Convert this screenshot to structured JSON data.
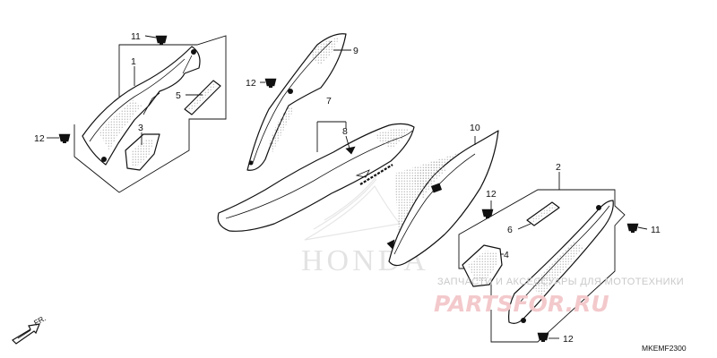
{
  "callouts": {
    "c1": "1",
    "c2": "2",
    "c3": "3",
    "c4": "4",
    "c5": "5",
    "c6": "6",
    "c7": "7",
    "c8": "8",
    "c9": "9",
    "c10": "10",
    "c11a": "11",
    "c11b": "11",
    "c12a": "12",
    "c12b": "12",
    "c12c": "12",
    "c12d": "12"
  },
  "diagram_code": "MKEMF2300",
  "fr_label": "FR.",
  "watermark": {
    "background_logo": "HONDA",
    "subtitle": "ЗАПЧАСТИ И АКСЕССУАРЫ ДЛЯ МОТОТЕХНИКИ",
    "site": "PARTSFOR.RU",
    "colors": {
      "site": "#f3c9cc",
      "subtitle": "#c9c9c9",
      "logo": "#e3e3e3"
    }
  },
  "icons": [
    "bolt-icon",
    "front-direction-arrow-icon"
  ]
}
